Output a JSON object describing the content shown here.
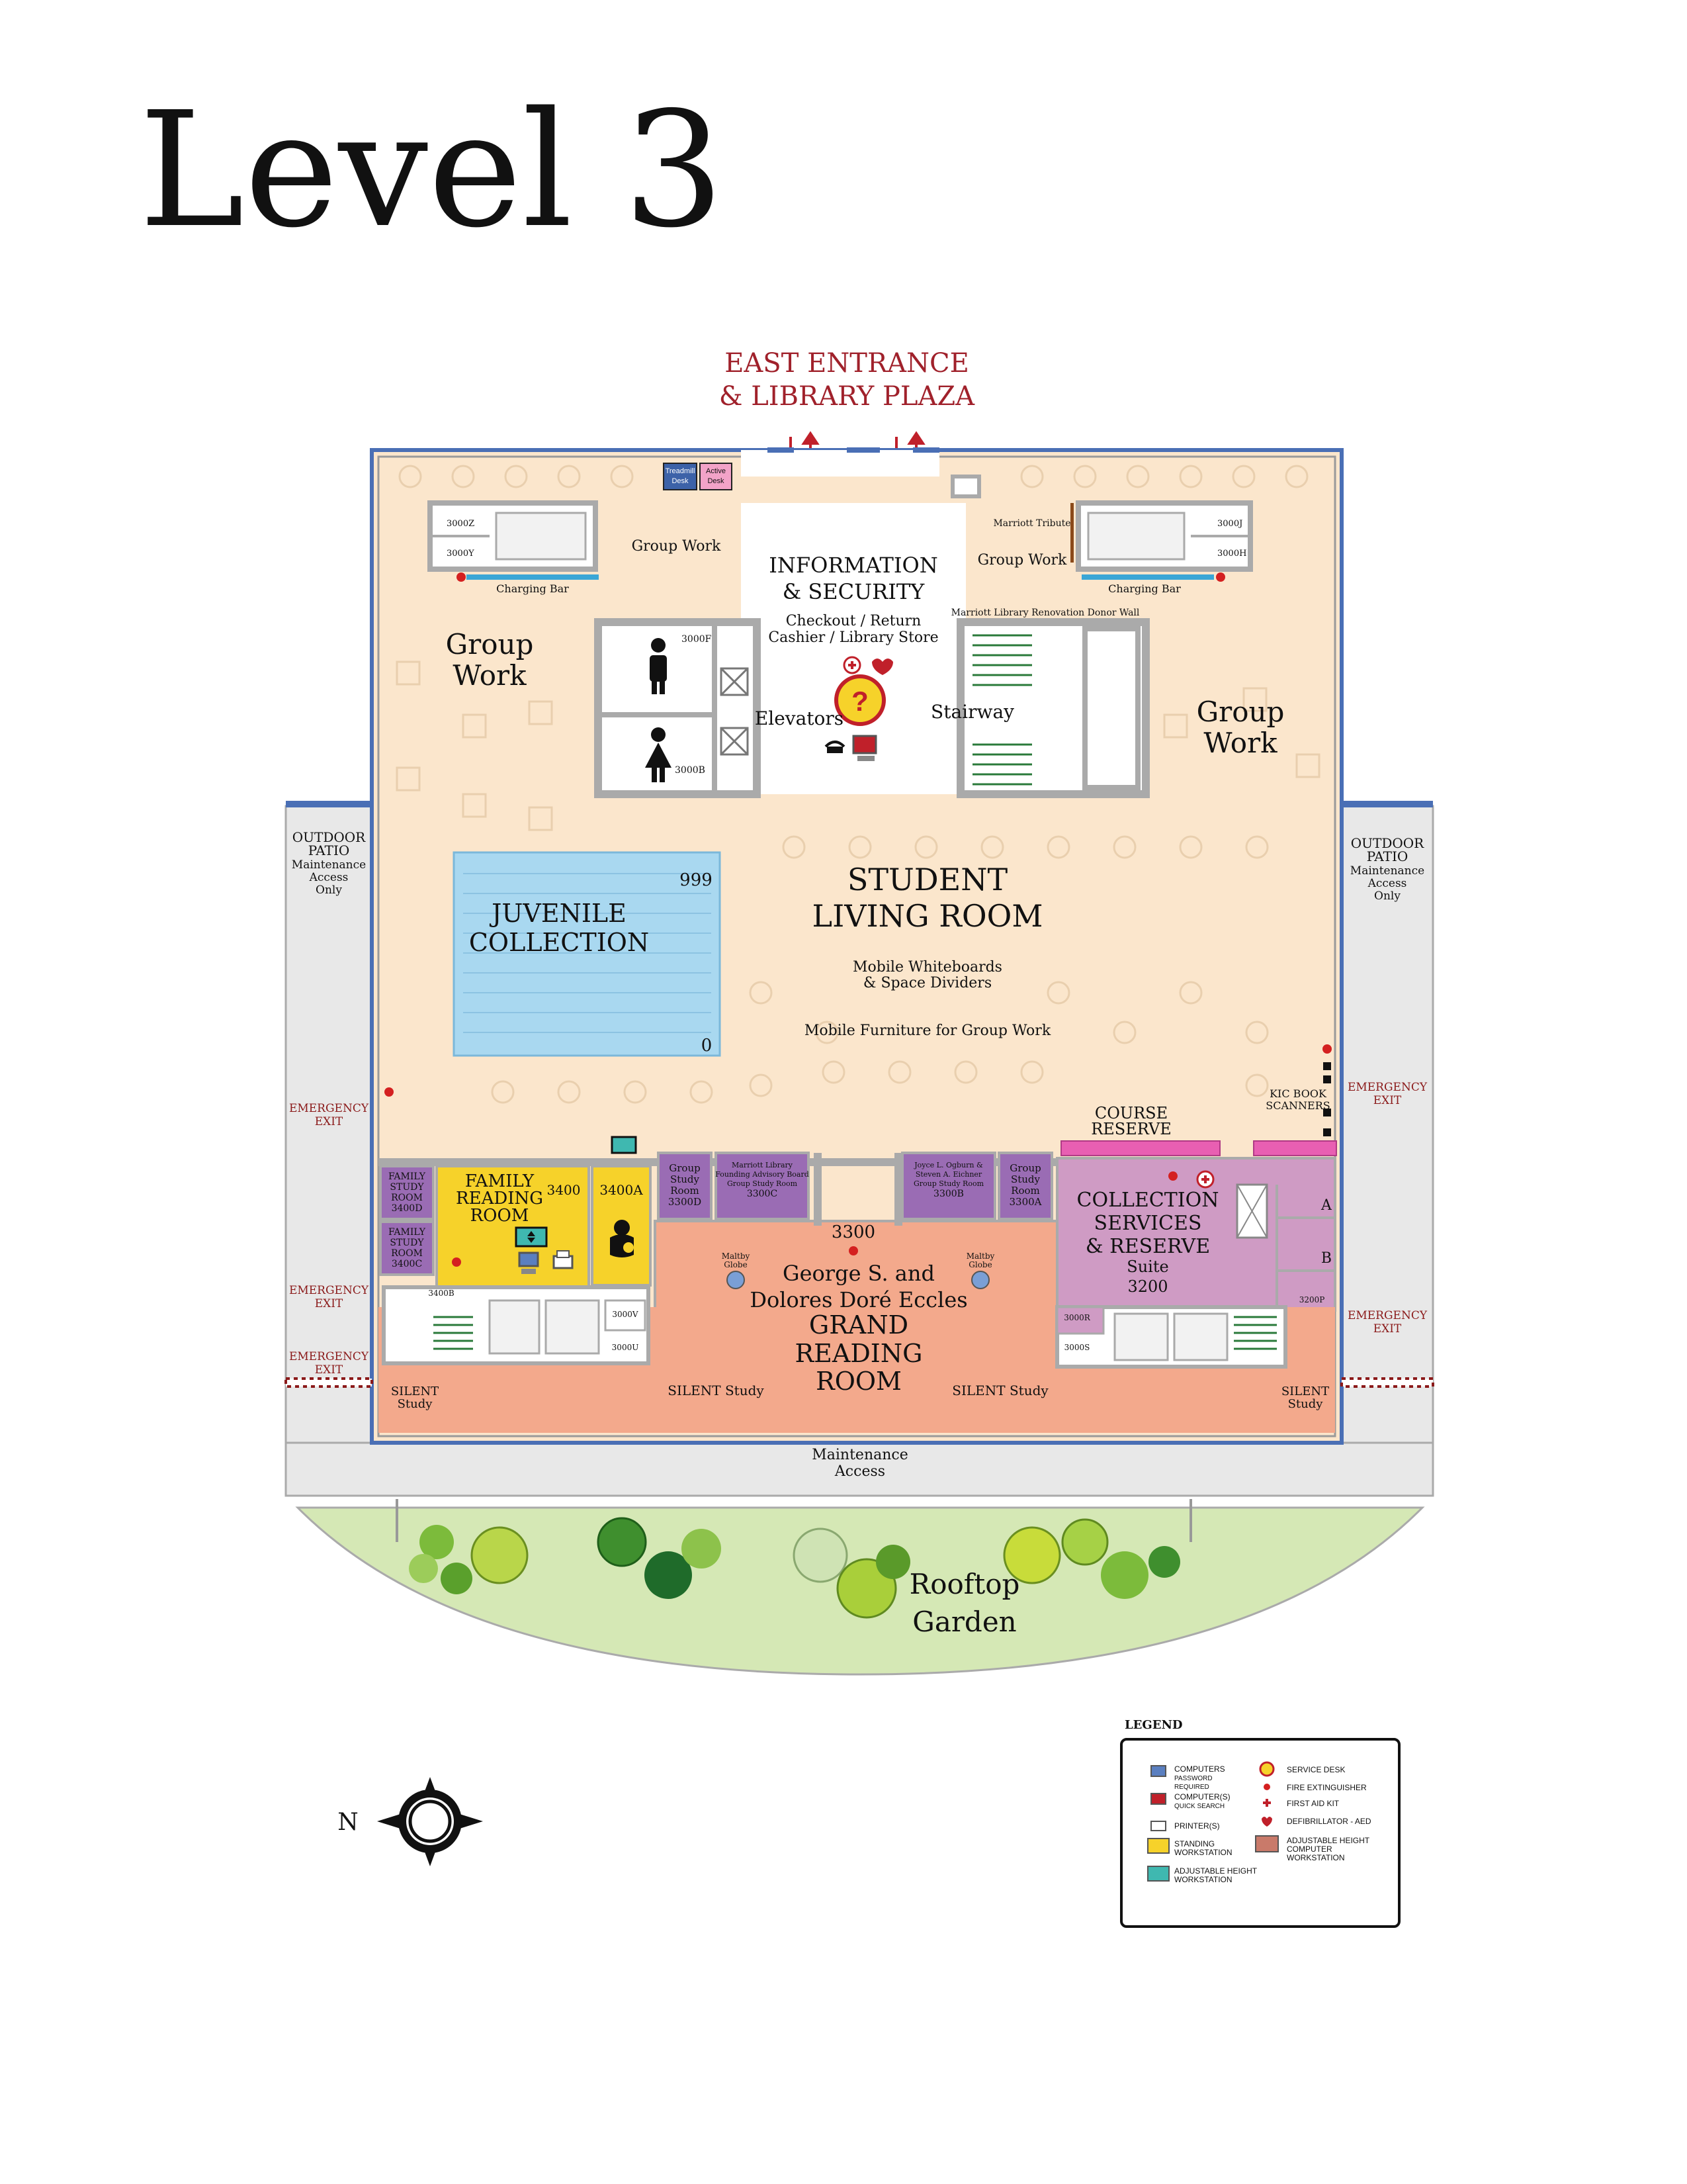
{
  "title": "Level 3",
  "entrance": {
    "line1": "EAST ENTRANCE",
    "line2": "& LIBRARY PLAZA"
  },
  "desks": {
    "treadmill": [
      "Treadmill",
      "Desk"
    ],
    "active": [
      "Active",
      "Desk"
    ]
  },
  "info": {
    "title1": "INFORMATION",
    "title2": "& SECURITY",
    "line1": "Checkout / Return",
    "line2": "Cashier / Library Store"
  },
  "rooms": {
    "r3000z": "3000Z",
    "r3000y": "3000Y",
    "r3000j": "3000J",
    "r3000h": "3000H",
    "r3000f": "3000F",
    "r3000b": "3000B",
    "r3000v": "3000V",
    "r3000u": "3000U",
    "r3000r": "3000R",
    "r3000s": "3000S",
    "r3200p": "3200P",
    "r3400b": "3400B"
  },
  "labels": {
    "group_work_small": "Group Work",
    "group_work_left": [
      "Group",
      "Work"
    ],
    "group_work_right": [
      "Group",
      "Work"
    ],
    "charging_bar": "Charging Bar",
    "marriott_tribute": "Marriott Tribute",
    "donor_wall": "Marriott Library Renovation Donor Wall",
    "elevators": "Elevators",
    "stairway": "Stairway",
    "juvenile": [
      "JUVENILE",
      "COLLECTION"
    ],
    "juvenile_top": "999",
    "juvenile_bottom": "0",
    "student": [
      "STUDENT",
      "LIVING ROOM"
    ],
    "whiteboards": [
      "Mobile Whiteboards",
      "& Space Dividers"
    ],
    "mobile_furniture": "Mobile Furniture for Group Work",
    "outdoor_patio": [
      "OUTDOOR",
      "PATIO",
      "Maintenance",
      "Access",
      "Only"
    ],
    "emergency_exit": [
      "EMERGENCY",
      "EXIT"
    ],
    "kic": [
      "KIC BOOK",
      "SCANNERS"
    ],
    "course_reserve": [
      "COURSE",
      "RESERVE"
    ],
    "family_study_d": [
      "FAMILY",
      "STUDY",
      "ROOM",
      "3400D"
    ],
    "family_study_c": [
      "FAMILY",
      "STUDY",
      "ROOM",
      "3400C"
    ],
    "family_reading": [
      "FAMILY",
      "READING",
      "ROOM"
    ],
    "r3400": "3400",
    "r3400a": "3400A",
    "group_3300d": [
      "Group",
      "Study",
      "Room",
      "3300D"
    ],
    "group_3300c": [
      "Marriott Library",
      "Founding Advisory Board",
      "Group Study Room",
      "3300C"
    ],
    "group_3300b": [
      "Joyce L. Ogburn &",
      "Steven A. Eichner",
      "Group Study Room",
      "3300B"
    ],
    "group_3300a": [
      "Group",
      "Study",
      "Room",
      "3300A"
    ],
    "collection_services": [
      "COLLECTION",
      "SERVICES",
      "& RESERVE",
      "Suite",
      "3200"
    ],
    "suite_a": "A",
    "suite_b": "B",
    "r3300": "3300",
    "grand": [
      "George S. and",
      "Dolores Doré Eccles",
      "GRAND",
      "READING",
      "ROOM"
    ],
    "maltby": [
      "Maltby",
      "Globe"
    ],
    "silent_study": "SILENT Study",
    "silent": [
      "SILENT",
      "Study"
    ],
    "maintenance": [
      "Maintenance",
      "Access"
    ],
    "rooftop": [
      "Rooftop",
      "Garden"
    ],
    "compass_n": "N"
  },
  "legend": {
    "title": "LEGEND",
    "items": [
      [
        "COMPUTERS",
        "PASSWORD",
        "REQUIRED"
      ],
      [
        "COMPUTER(S)",
        "QUICK SEARCH"
      ],
      [
        "PRINTER(S)"
      ],
      [
        "STANDING",
        "WORKSTATION"
      ],
      [
        "ADJUSTABLE HEIGHT",
        "WORKSTATION"
      ],
      [
        "SERVICE DESK"
      ],
      [
        "FIRE EXTINGUISHER"
      ],
      [
        "FIRST AID KIT"
      ],
      [
        "DEFIBRILLATOR - AED"
      ],
      [
        "ADJUSTABLE HEIGHT",
        "COMPUTER",
        "WORKSTATION"
      ]
    ]
  },
  "colors": {
    "floor": "#fbe6cc",
    "juvenile": "#a9d8f0",
    "family": "#f6d22a",
    "purple": "#9a6cb4",
    "collection": "#cf9bc4",
    "grand": "#f3a98c",
    "pink": "#e85fb2",
    "exit_red": "#8b1a1a",
    "wall": "#9a9a9a",
    "garden": "#d5e8b5",
    "border_blue": "#4a6fb5"
  }
}
